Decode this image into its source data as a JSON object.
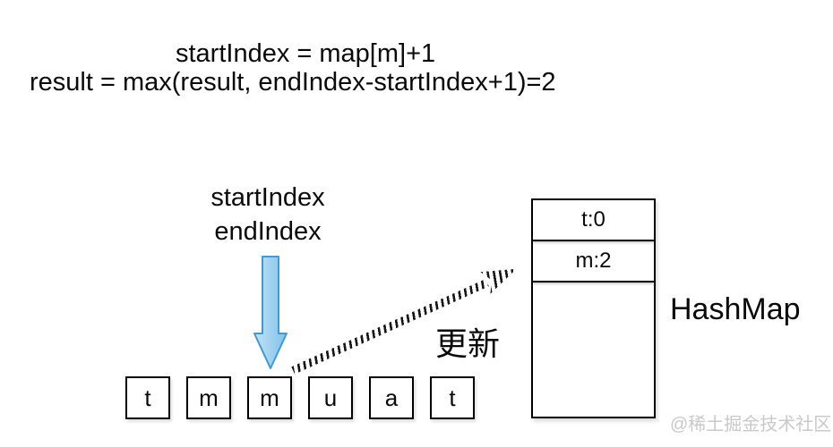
{
  "formulas": {
    "line1": "startIndex = map[m]+1",
    "line2": "result = max(result, endIndex-startIndex+1)=2"
  },
  "pointer_label": {
    "line1": "startIndex",
    "line2": "endIndex"
  },
  "update_label": "更新",
  "array": {
    "cells": [
      "t",
      "m",
      "m",
      "u",
      "a",
      "t"
    ]
  },
  "hashmap": {
    "title": "HashMap",
    "entries": [
      "t:0",
      "m:2"
    ]
  },
  "watermark": "@稀土掘金技术社区",
  "icons": {
    "down_arrow": "blue-down-arrow-icon",
    "update_arrow": "striped-diagonal-arrow-icon"
  },
  "colors": {
    "background": "#ffffff",
    "border": "#000000",
    "stripe": "#161616",
    "arrow_fill_light": "#c2e2f5",
    "arrow_fill_dark": "#7fc2ea",
    "arrow_stroke": "#3e9bd6",
    "watermark": "#c9c9c9"
  }
}
